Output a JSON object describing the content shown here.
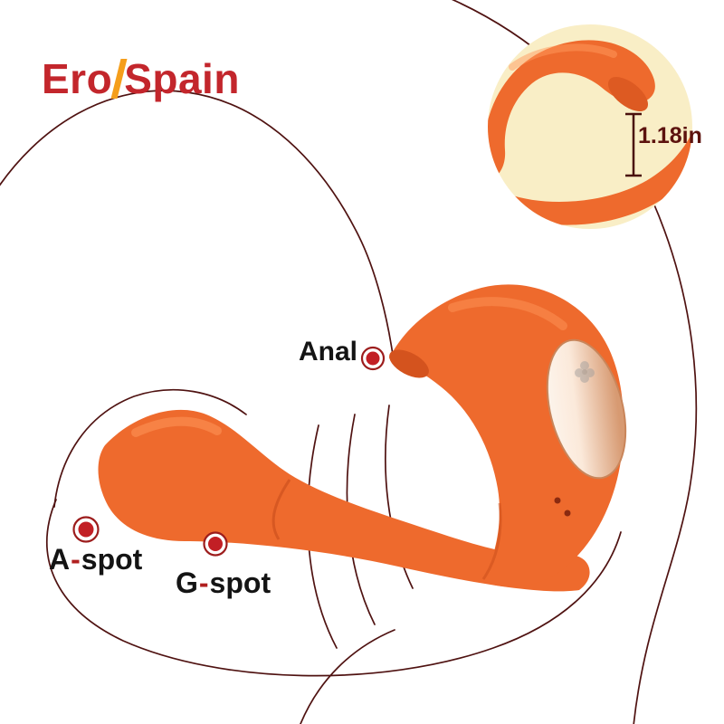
{
  "brand": {
    "name_part1": "Ero",
    "name_part2": "Spain"
  },
  "inset": {
    "measurement_label": "1.18in"
  },
  "callouts": {
    "anal_label": "Anal",
    "a_spot": {
      "letter": "A",
      "hyphen": "-",
      "word": "spot"
    },
    "g_spot": {
      "letter": "G",
      "hyphen": "-",
      "word": "spot"
    }
  },
  "colors": {
    "brand_red": "#c3262c",
    "logo_slash_orange": "#f59e1b",
    "device_orange": "#ee6a2d",
    "device_orange_dark": "#d4531e",
    "device_highlight": "#ff9a5e",
    "outline_maroon": "#4f1211",
    "marker_red": "#c21f25",
    "marker_ring": "#9c1c1c",
    "inset_cream": "#f9eec6",
    "measurement_maroon": "#5c120e",
    "label_black": "#141414",
    "metallic_rosegold": "#d79a72",
    "background": "#ffffff"
  }
}
